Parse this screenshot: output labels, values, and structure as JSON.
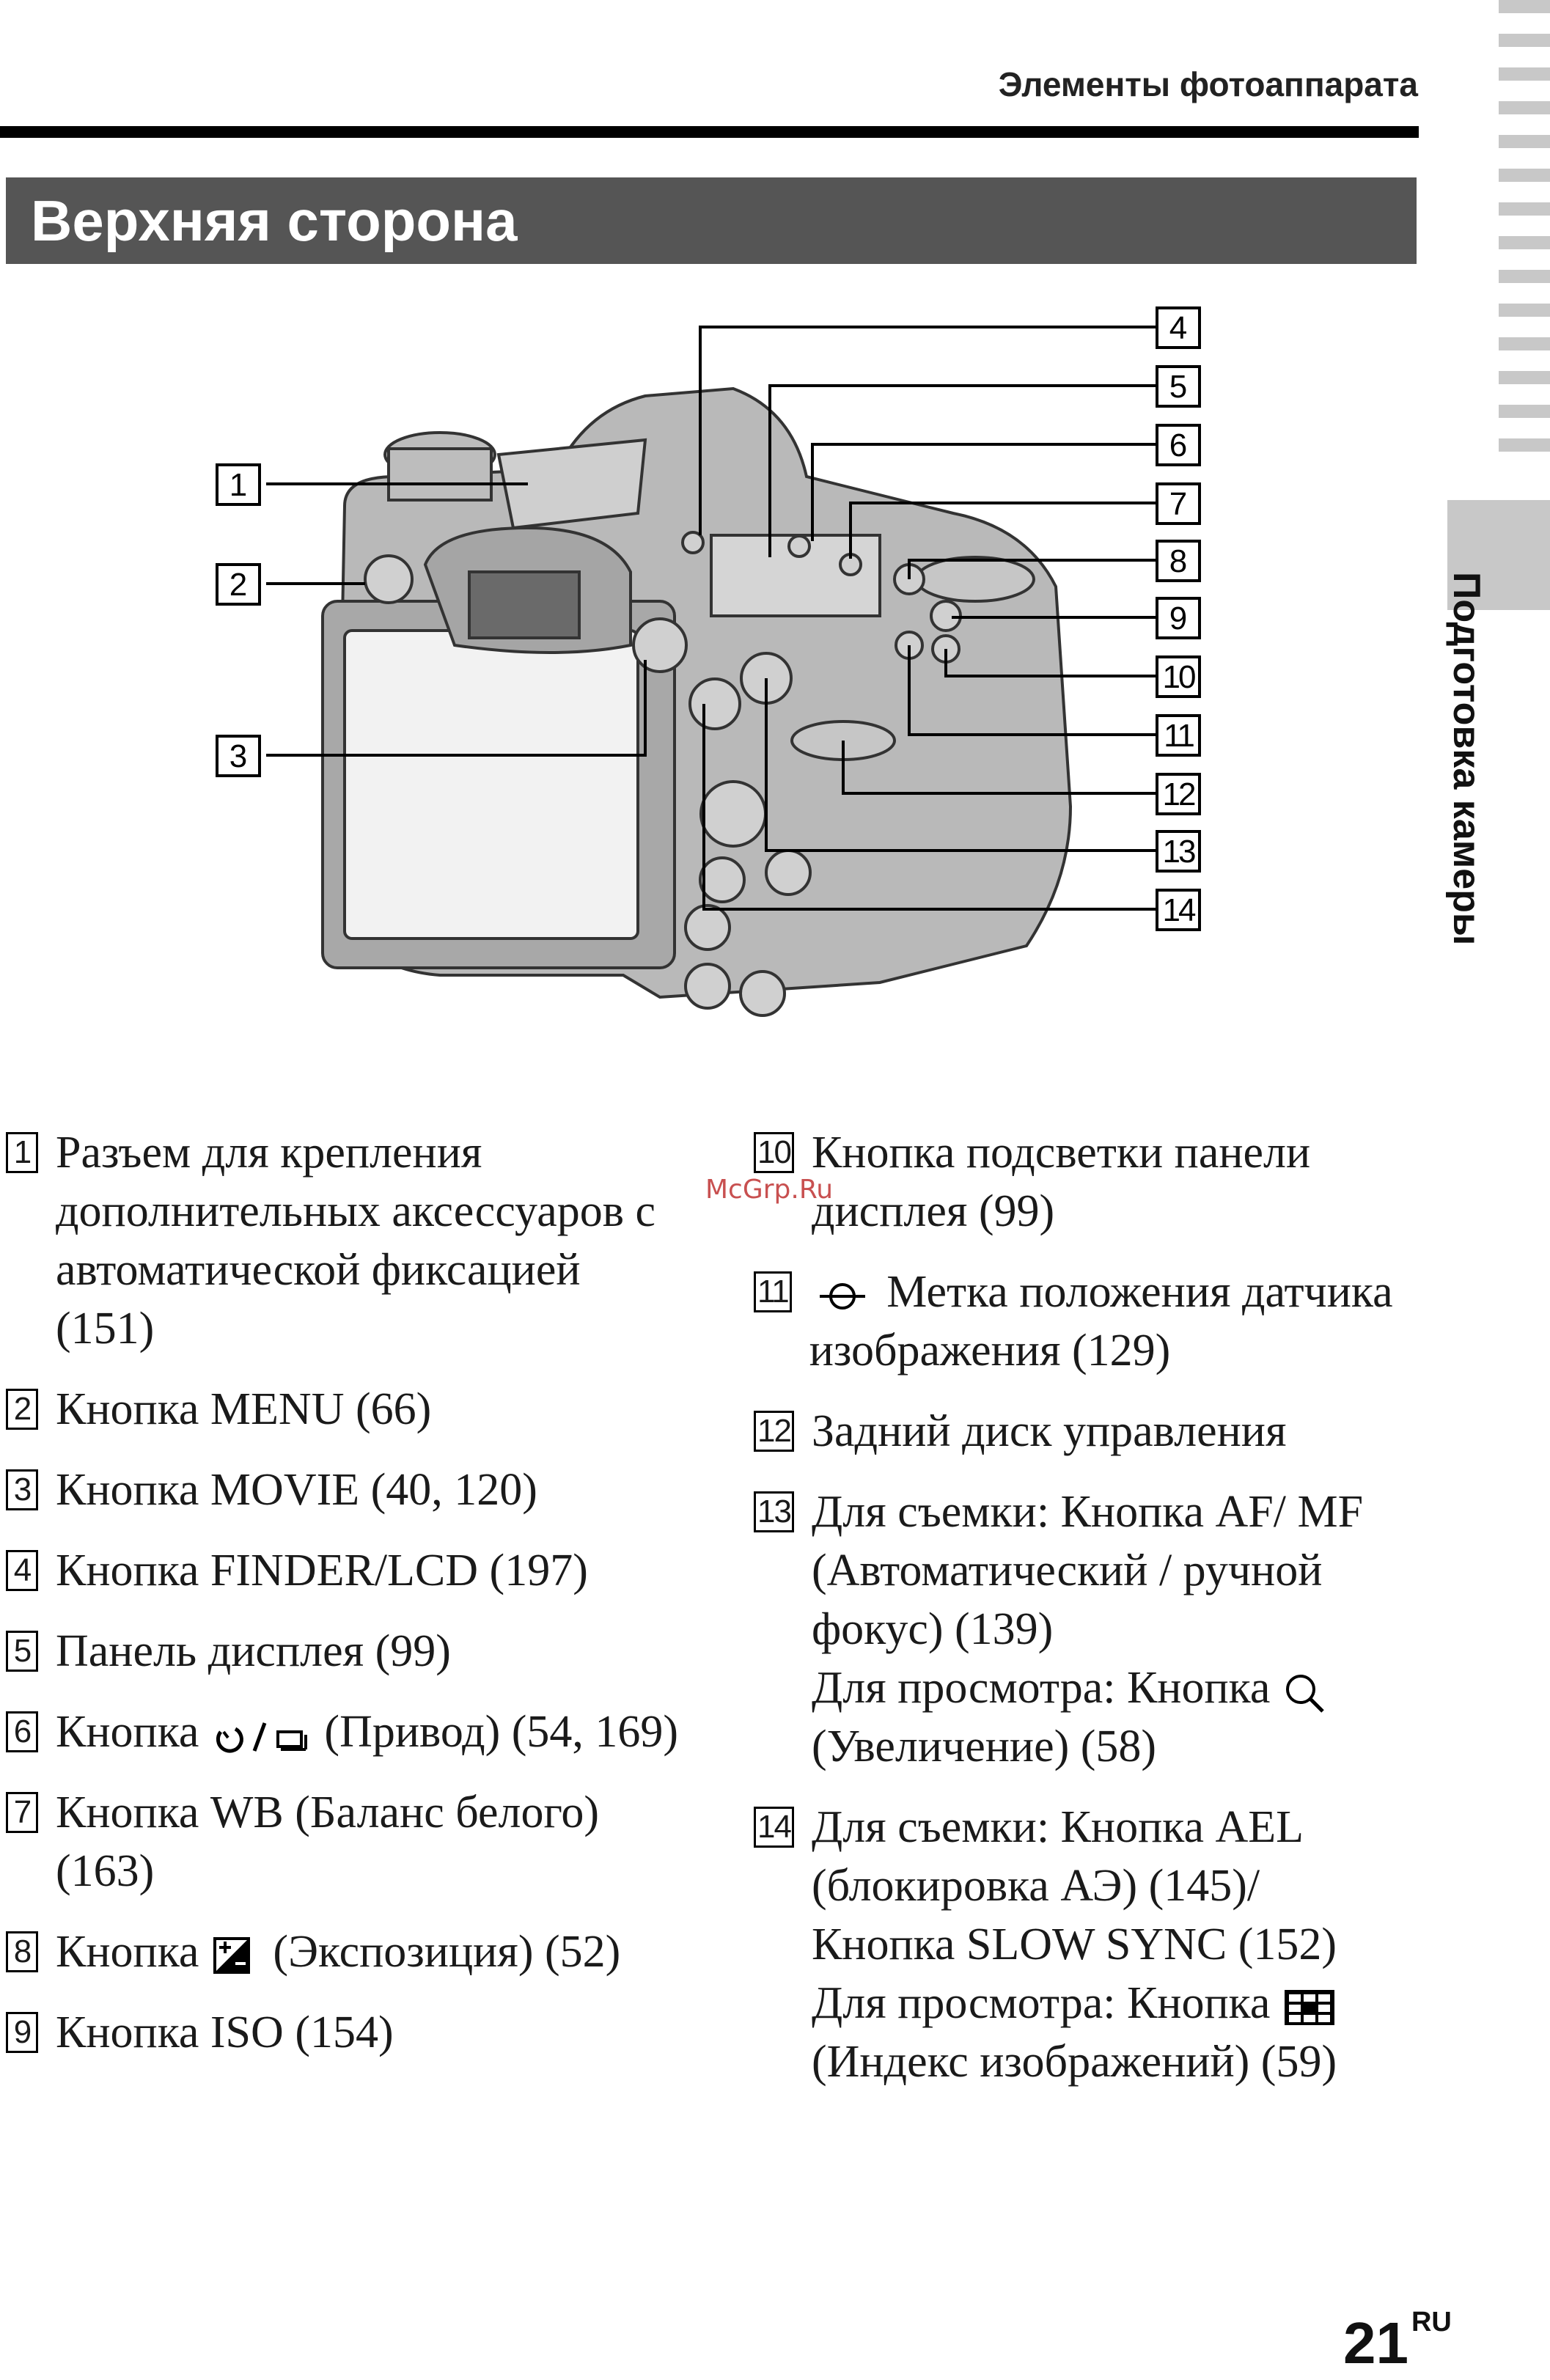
{
  "header": {
    "title": "Элементы фотоаппарата"
  },
  "section": {
    "title": "Верхняя сторона"
  },
  "side_tab": {
    "label": "Подготовка камеры"
  },
  "watermark": "McGrp.Ru",
  "page": {
    "number": "21",
    "suffix": "RU"
  },
  "callouts": [
    "1",
    "2",
    "3",
    "4",
    "5",
    "6",
    "7",
    "8",
    "9",
    "10",
    "11",
    "12",
    "13",
    "14"
  ],
  "items": [
    {
      "num": "1",
      "text": "Разъем для крепления дополнительных аксессуаров с автоматической фиксацией (151)"
    },
    {
      "num": "2",
      "text": "Кнопка MENU (66)"
    },
    {
      "num": "3",
      "text": "Кнопка MOVIE (40, 120)"
    },
    {
      "num": "4",
      "text": "Кнопка FINDER/LCD (197)"
    },
    {
      "num": "5",
      "text": "Панель дисплея (99)"
    },
    {
      "num": "6",
      "pre": "Кнопка",
      "post": "(Привод) (54, 169)",
      "icon": "self-timer-drive-icon"
    },
    {
      "num": "7",
      "text": "Кнопка WB (Баланс белого) (163)"
    },
    {
      "num": "8",
      "pre": "Кнопка",
      "post": "(Экспозиция) (52)",
      "icon": "exposure-compensation-icon"
    },
    {
      "num": "9",
      "text": "Кнопка ISO (154)"
    },
    {
      "num": "10",
      "text": "Кнопка подсветки панели дисплея (99)"
    },
    {
      "num": "11",
      "pre": "",
      "post": "Метка положения датчика изображения (129)",
      "icon": "image-sensor-mark-icon"
    },
    {
      "num": "12",
      "text": "Задний диск управления"
    },
    {
      "num": "13",
      "text": "Для съемки: Кнопка AF/ MF (Автоматический / ручной фокус) (139)",
      "pre2": "Для просмотра: Кнопка",
      "post2": "(Увеличение) (58)",
      "icon": "zoom-magnifier-icon"
    },
    {
      "num": "14",
      "text": "Для съемки: Кнопка AEL (блокировка АЭ) (145)/ Кнопка SLOW SYNC (152)",
      "pre2": "Для просмотра: Кнопка",
      "post2": "(Индекс изображений) (59)",
      "icon": "image-index-icon"
    }
  ]
}
